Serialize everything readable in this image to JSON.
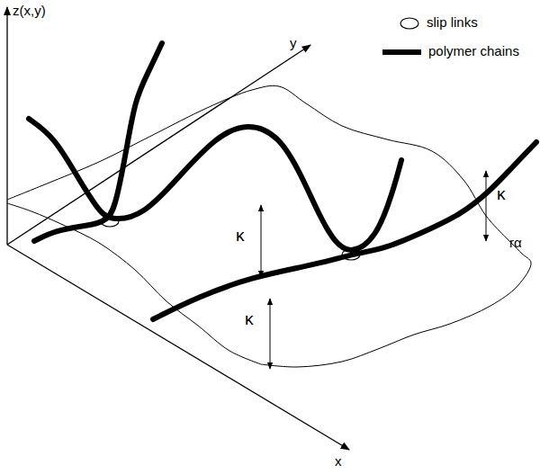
{
  "diagram": {
    "labels": [
      "z(x,y)",
      "y",
      "κ",
      "κ",
      "κ",
      "rα",
      "x"
    ],
    "legend": [
      {
        "text": "slip links"
      },
      {
        "text": "polymer chains"
      }
    ]
  }
}
